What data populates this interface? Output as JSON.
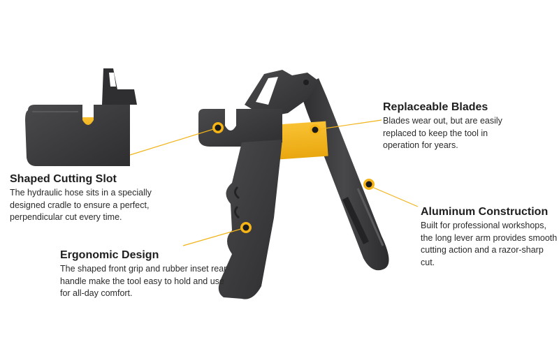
{
  "colors": {
    "body": "#3a3a3c",
    "body_dark": "#2b2b2d",
    "body_light": "#505052",
    "blade": "#f5b417",
    "callout_line": "#f2b318",
    "marker_ring": "#f5b417",
    "marker_center": "#1a1a1a",
    "text": "#1f1f1f"
  },
  "callouts": {
    "shaped_slot": {
      "title": "Shaped Cutting Slot",
      "body": "The hydraulic hose sits in a specially designed cradle to ensure a perfect, perpendicular cut every time."
    },
    "replaceable_blades": {
      "title": "Replaceable Blades",
      "body": "Blades wear out, but are easily replaced to keep the tool in operation for years."
    },
    "aluminum_construction": {
      "title": "Aluminum Construction",
      "body": "Built for professional workshops, the long lever arm provides smooth cutting action and a razor-sharp cut."
    },
    "ergonomic_design": {
      "title": "Ergonomic Design",
      "body": "The shaped front grip and rubber inset rear handle make the tool easy to hold and use for all-day comfort."
    }
  },
  "icons": [
    "hose-cutter-tool-illustration",
    "slot-closeup-illustration",
    "callout-marker-icon"
  ]
}
